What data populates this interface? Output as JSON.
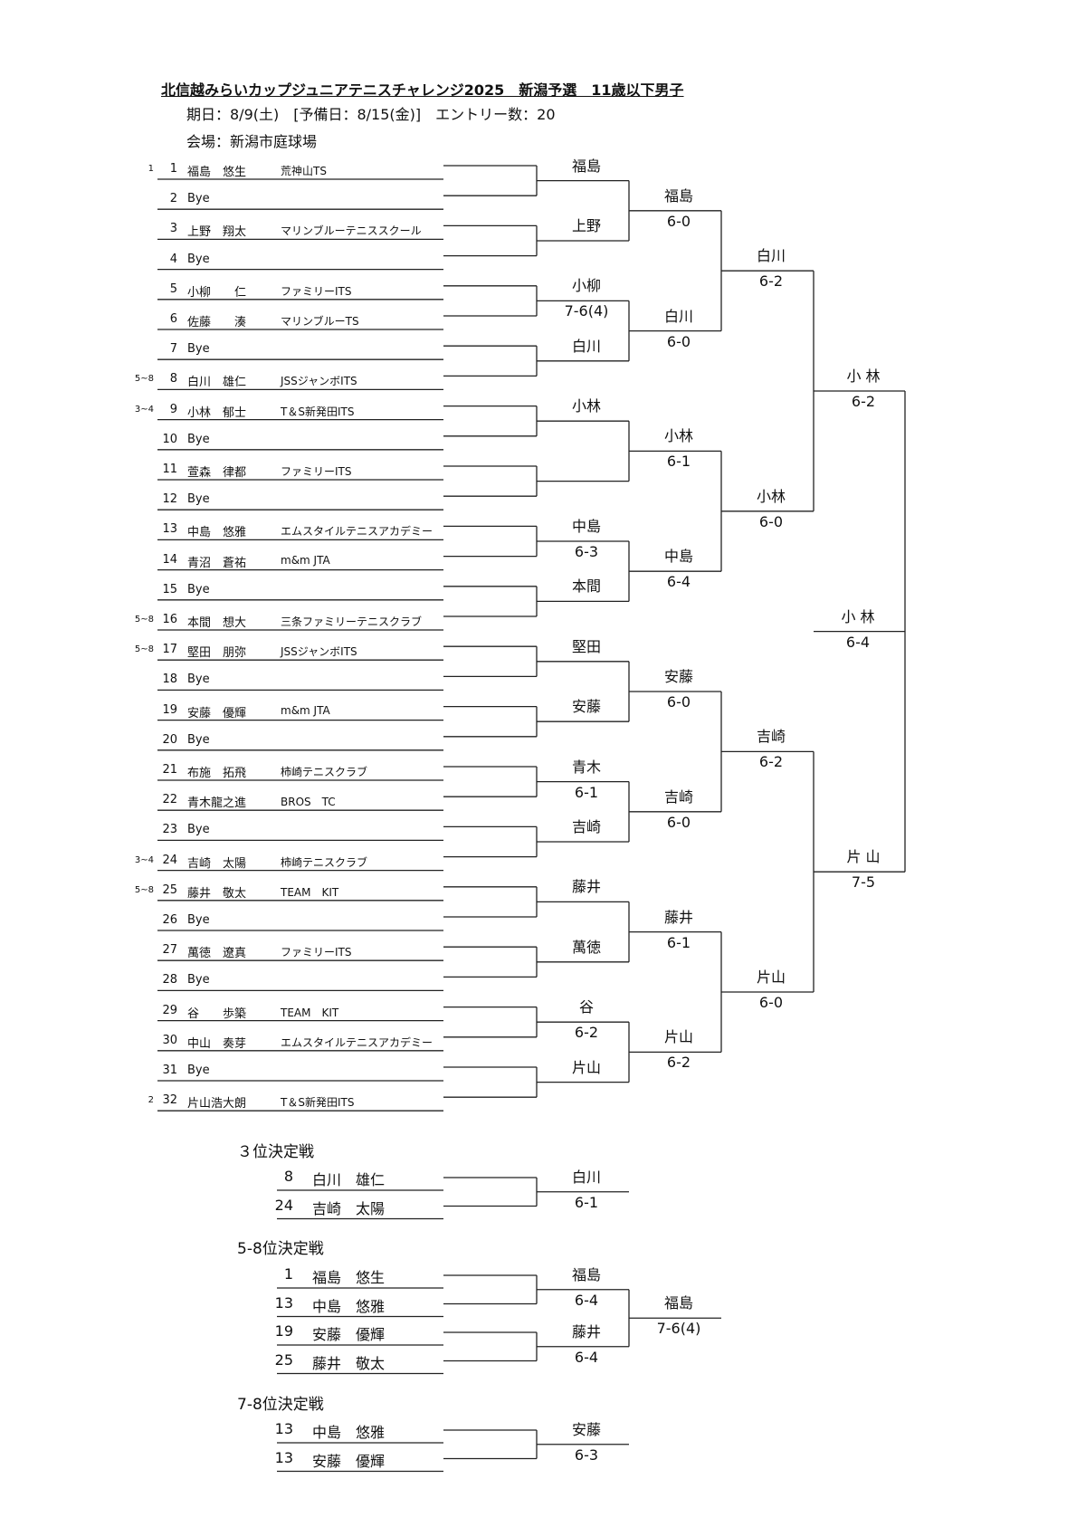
{
  "header": {
    "title": "北信越みらいカップジュニアテニスチャレンジ2025　新潟予選　11歳以下男子",
    "date_line": "期日：8/9(土)　[予備日：8/15(金)]　エントリー数：20",
    "venue_line": "会場：新潟市庭球場"
  },
  "players": [
    {
      "seed": "1",
      "num": "1",
      "name": "福島　悠生",
      "club": "荒神山TS"
    },
    {
      "seed": "",
      "num": "2",
      "name": "Bye",
      "club": ""
    },
    {
      "seed": "",
      "num": "3",
      "name": "上野　翔太",
      "club": "マリンブルーテニススクール"
    },
    {
      "seed": "",
      "num": "4",
      "name": "Bye",
      "club": ""
    },
    {
      "seed": "",
      "num": "5",
      "name": "小柳　　仁",
      "club": "ファミリーITS"
    },
    {
      "seed": "",
      "num": "6",
      "name": "佐藤　　湊",
      "club": "マリンブルーTS"
    },
    {
      "seed": "",
      "num": "7",
      "name": "Bye",
      "club": ""
    },
    {
      "seed": "5~8",
      "num": "8",
      "name": "白川　雄仁",
      "club": "JSSジャンボITS"
    },
    {
      "seed": "3~4",
      "num": "9",
      "name": "小林　郁士",
      "club": "T＆S新発田ITS"
    },
    {
      "seed": "",
      "num": "10",
      "name": "Bye",
      "club": ""
    },
    {
      "seed": "",
      "num": "11",
      "name": "萱森　律都",
      "club": "ファミリーITS"
    },
    {
      "seed": "",
      "num": "12",
      "name": "Bye",
      "club": ""
    },
    {
      "seed": "",
      "num": "13",
      "name": "中島　悠雅",
      "club": "エムスタイルテニスアカデミー"
    },
    {
      "seed": "",
      "num": "14",
      "name": "青沼　蒼祐",
      "club": "m&m JTA"
    },
    {
      "seed": "",
      "num": "15",
      "name": "Bye",
      "club": ""
    },
    {
      "seed": "5~8",
      "num": "16",
      "name": "本間　想大",
      "club": "三条ファミリーテニスクラブ"
    },
    {
      "seed": "5~8",
      "num": "17",
      "name": "堅田　朋弥",
      "club": "JSSジャンボITS"
    },
    {
      "seed": "",
      "num": "18",
      "name": "Bye",
      "club": ""
    },
    {
      "seed": "",
      "num": "19",
      "name": "安藤　優輝",
      "club": "m&m JTA"
    },
    {
      "seed": "",
      "num": "20",
      "name": "Bye",
      "club": ""
    },
    {
      "seed": "",
      "num": "21",
      "name": "布施　拓飛",
      "club": "柿崎テニスクラブ"
    },
    {
      "seed": "",
      "num": "22",
      "name": "青木龍之進",
      "club": "BROS　TC"
    },
    {
      "seed": "",
      "num": "23",
      "name": "Bye",
      "club": ""
    },
    {
      "seed": "3~4",
      "num": "24",
      "name": "吉崎　太陽",
      "club": "柿崎テニスクラブ"
    },
    {
      "seed": "5~8",
      "num": "25",
      "name": "藤井　敬太",
      "club": "TEAM　KIT"
    },
    {
      "seed": "",
      "num": "26",
      "name": "Bye",
      "club": ""
    },
    {
      "seed": "",
      "num": "27",
      "name": "萬徳　遼真",
      "club": "ファミリーITS"
    },
    {
      "seed": "",
      "num": "28",
      "name": "Bye",
      "club": ""
    },
    {
      "seed": "",
      "num": "29",
      "name": "谷　　歩築",
      "club": "TEAM　KIT"
    },
    {
      "seed": "",
      "num": "30",
      "name": "中山　奏芽",
      "club": "エムスタイルテニスアカデミー"
    },
    {
      "seed": "",
      "num": "31",
      "name": "Bye",
      "club": ""
    },
    {
      "seed": "2",
      "num": "32",
      "name": "片山浩大朗",
      "club": "T＆S新発田ITS"
    }
  ],
  "round1": [
    {
      "winner": "福島",
      "score": ""
    },
    {
      "winner": "上野",
      "score": ""
    },
    {
      "winner": "小柳",
      "score": "7-6(4)"
    },
    {
      "winner": "白川",
      "score": ""
    },
    {
      "winner": "小林",
      "score": ""
    },
    {
      "winner": "",
      "score": ""
    },
    {
      "winner": "中島",
      "score": "6-3"
    },
    {
      "winner": "本間",
      "score": ""
    },
    {
      "winner": "堅田",
      "score": ""
    },
    {
      "winner": "安藤",
      "score": ""
    },
    {
      "winner": "青木",
      "score": "6-1"
    },
    {
      "winner": "吉崎",
      "score": ""
    },
    {
      "winner": "藤井",
      "score": ""
    },
    {
      "winner": "萬徳",
      "score": ""
    },
    {
      "winner": "谷",
      "score": "6-2"
    },
    {
      "winner": "片山",
      "score": ""
    }
  ],
  "round2": [
    {
      "winner": "福島",
      "score": "6-0"
    },
    {
      "winner": "白川",
      "score": "6-0"
    },
    {
      "winner": "小林",
      "score": "6-1"
    },
    {
      "winner": "中島",
      "score": "6-4"
    },
    {
      "winner": "安藤",
      "score": "6-0"
    },
    {
      "winner": "吉崎",
      "score": "6-0"
    },
    {
      "winner": "藤井",
      "score": "6-1"
    },
    {
      "winner": "片山",
      "score": "6-2"
    }
  ],
  "round3": [
    {
      "winner": "白川",
      "score": "6-2"
    },
    {
      "winner": "小林",
      "score": "6-0"
    },
    {
      "winner": "吉崎",
      "score": "6-2"
    },
    {
      "winner": "片山",
      "score": "6-0"
    }
  ],
  "round4": [
    {
      "winner": "小 林",
      "score": "6-2"
    },
    {
      "winner": "片 山",
      "score": "7-5"
    }
  ],
  "final": {
    "winner": "小 林",
    "score": "6-4"
  },
  "third_place": {
    "title": "３位決定戦",
    "rows": [
      {
        "num": "8",
        "name": "白川　雄仁"
      },
      {
        "num": "24",
        "name": "吉崎　太陽"
      }
    ],
    "winner": "白川",
    "score": "6-1"
  },
  "places_5_8": {
    "title": "5-8位決定戦",
    "rows": [
      {
        "num": "1",
        "name": "福島　悠生"
      },
      {
        "num": "13",
        "name": "中島　悠雅"
      },
      {
        "num": "19",
        "name": "安藤　優輝"
      },
      {
        "num": "25",
        "name": "藤井　敬太"
      }
    ],
    "semis": [
      {
        "winner": "福島",
        "score": "6-4"
      },
      {
        "winner": "藤井",
        "score": "6-4"
      }
    ],
    "final": {
      "winner": "福島",
      "score": "7-6(4)"
    }
  },
  "places_7_8": {
    "title": "7-8位決定戦",
    "rows": [
      {
        "num": "13",
        "name": "中島　悠雅"
      },
      {
        "num": "13",
        "name": "安藤　優輝"
      }
    ],
    "winner": "安藤",
    "score": "6-3"
  }
}
